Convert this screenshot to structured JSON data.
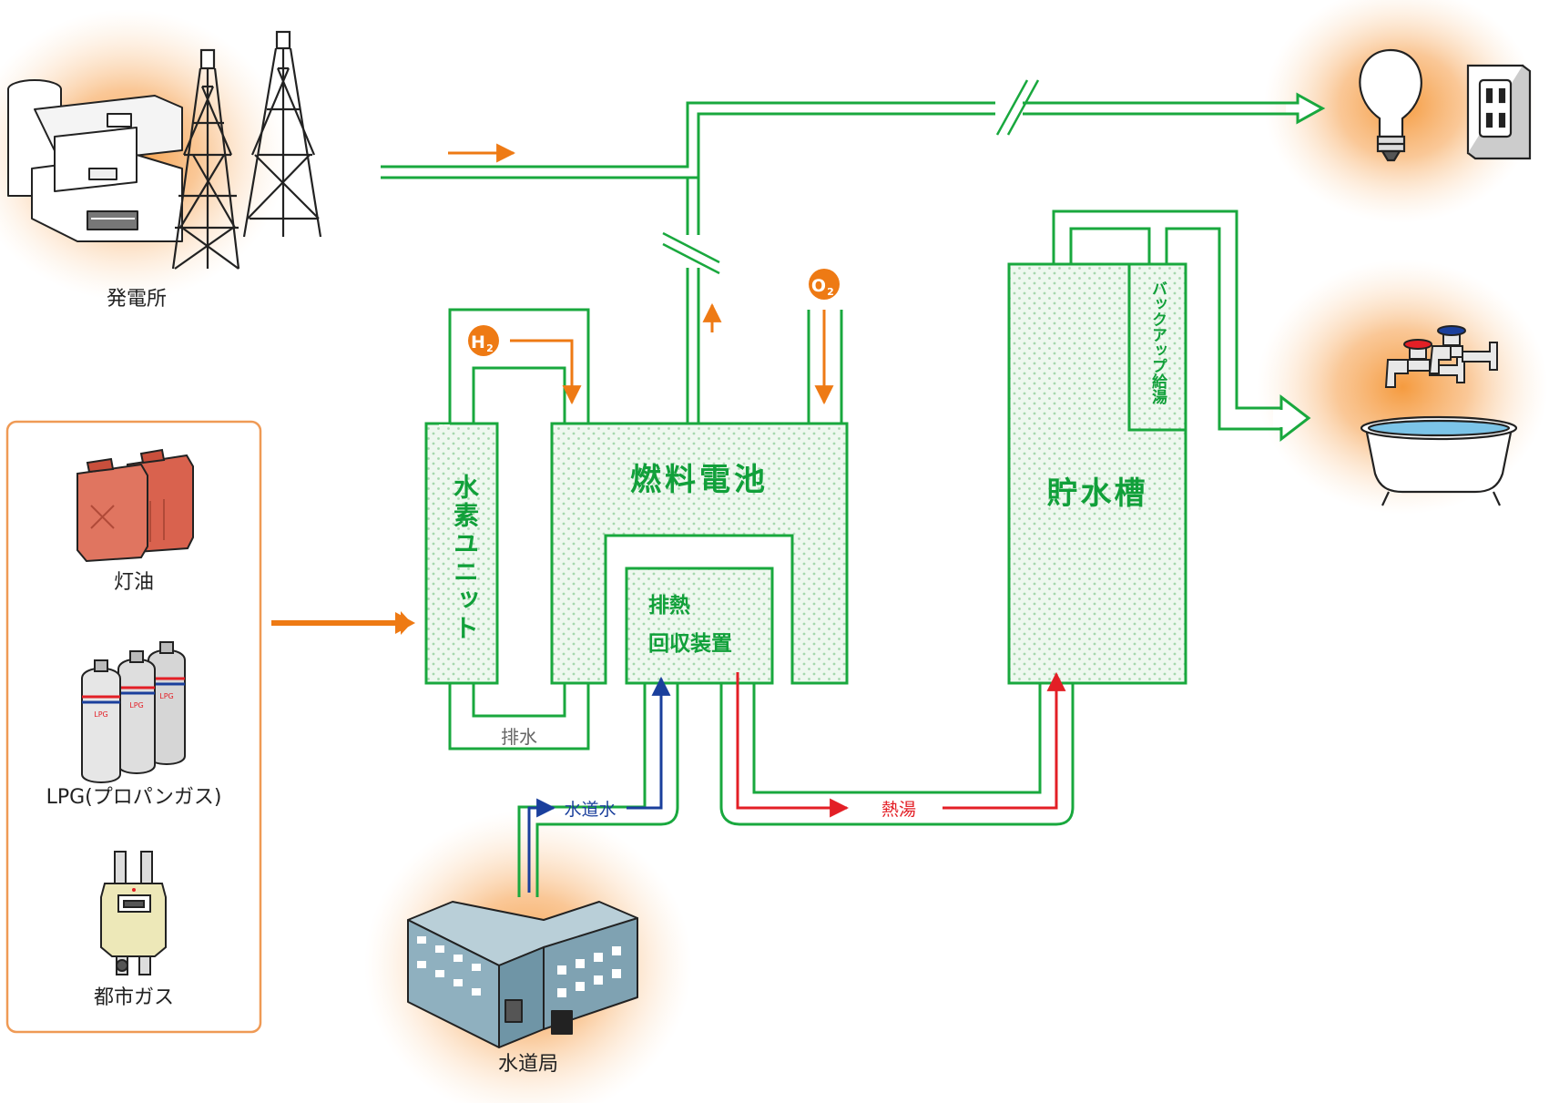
{
  "colors": {
    "pipe": "#19a83e",
    "box_fill": "#eef8ef",
    "box_dot": "#a6d7ad",
    "orange": "#ee7a14",
    "red": "#e31f26",
    "blue": "#1a3f9c",
    "label_dark": "#222222",
    "glow": "#f7a24a",
    "fuel_panel_border": "#ef9a55"
  },
  "sources": {
    "power_plant": "発電所",
    "waterworks": "水道局",
    "fuel_panel": {
      "kerosene": "灯油",
      "lpg": "LPG(プロパンガス)",
      "city_gas": "都市ガス",
      "lpg_tank_mark": "LPG"
    }
  },
  "units": {
    "hydrogen_unit": "水素ユニット",
    "fuel_cell": "燃料電池",
    "heat_recovery_line1": "排熱",
    "heat_recovery_line2": "回収装置",
    "storage_tank": "貯水槽",
    "backup_heater": "バックアップ給湯"
  },
  "flow_labels": {
    "drain": "排水",
    "tap_water": "水道水",
    "hot_water": "熱湯",
    "hydrogen_symbol": "H",
    "hydrogen_subscript": "2",
    "oxygen_symbol": "O",
    "oxygen_subscript": "2"
  },
  "icons": [
    "power-plant-icon",
    "light-bulb-icon",
    "outlet-icon",
    "faucet-icon",
    "bathtub-icon",
    "kerosene-can-icon",
    "lpg-cylinder-icon",
    "gas-meter-icon",
    "water-bureau-building-icon"
  ]
}
